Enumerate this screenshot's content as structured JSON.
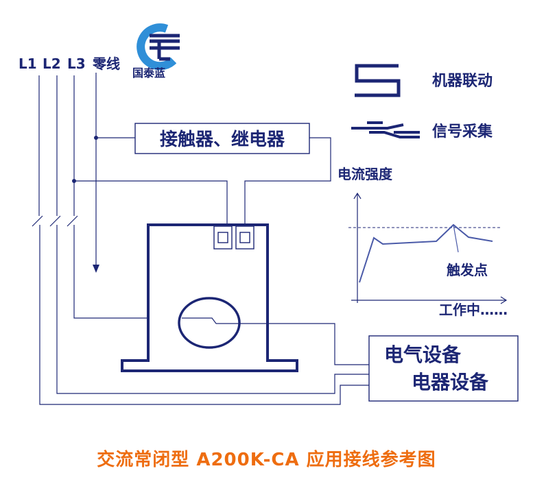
{
  "colors": {
    "line": "#1c2674",
    "caption": "#ee6d10",
    "logo_blue": "#2f8fd8"
  },
  "logo": {
    "text": "国泰蓝",
    "icon": "gtl-logo-icon"
  },
  "phase_labels": [
    "L1",
    "L2",
    "L3",
    "零线"
  ],
  "contactor_label": "接触器、继电器",
  "legend": {
    "interlock_label": "机器联动",
    "signal_label": "信号采集"
  },
  "graph": {
    "ylabel": "电流强度",
    "xlabel": "工作中……",
    "trigger_label": "触发点"
  },
  "equipment": {
    "line1": "电气设备",
    "line2": "电器设备"
  },
  "caption": "交流常闭型 A200K-CA 应用接线参考图"
}
